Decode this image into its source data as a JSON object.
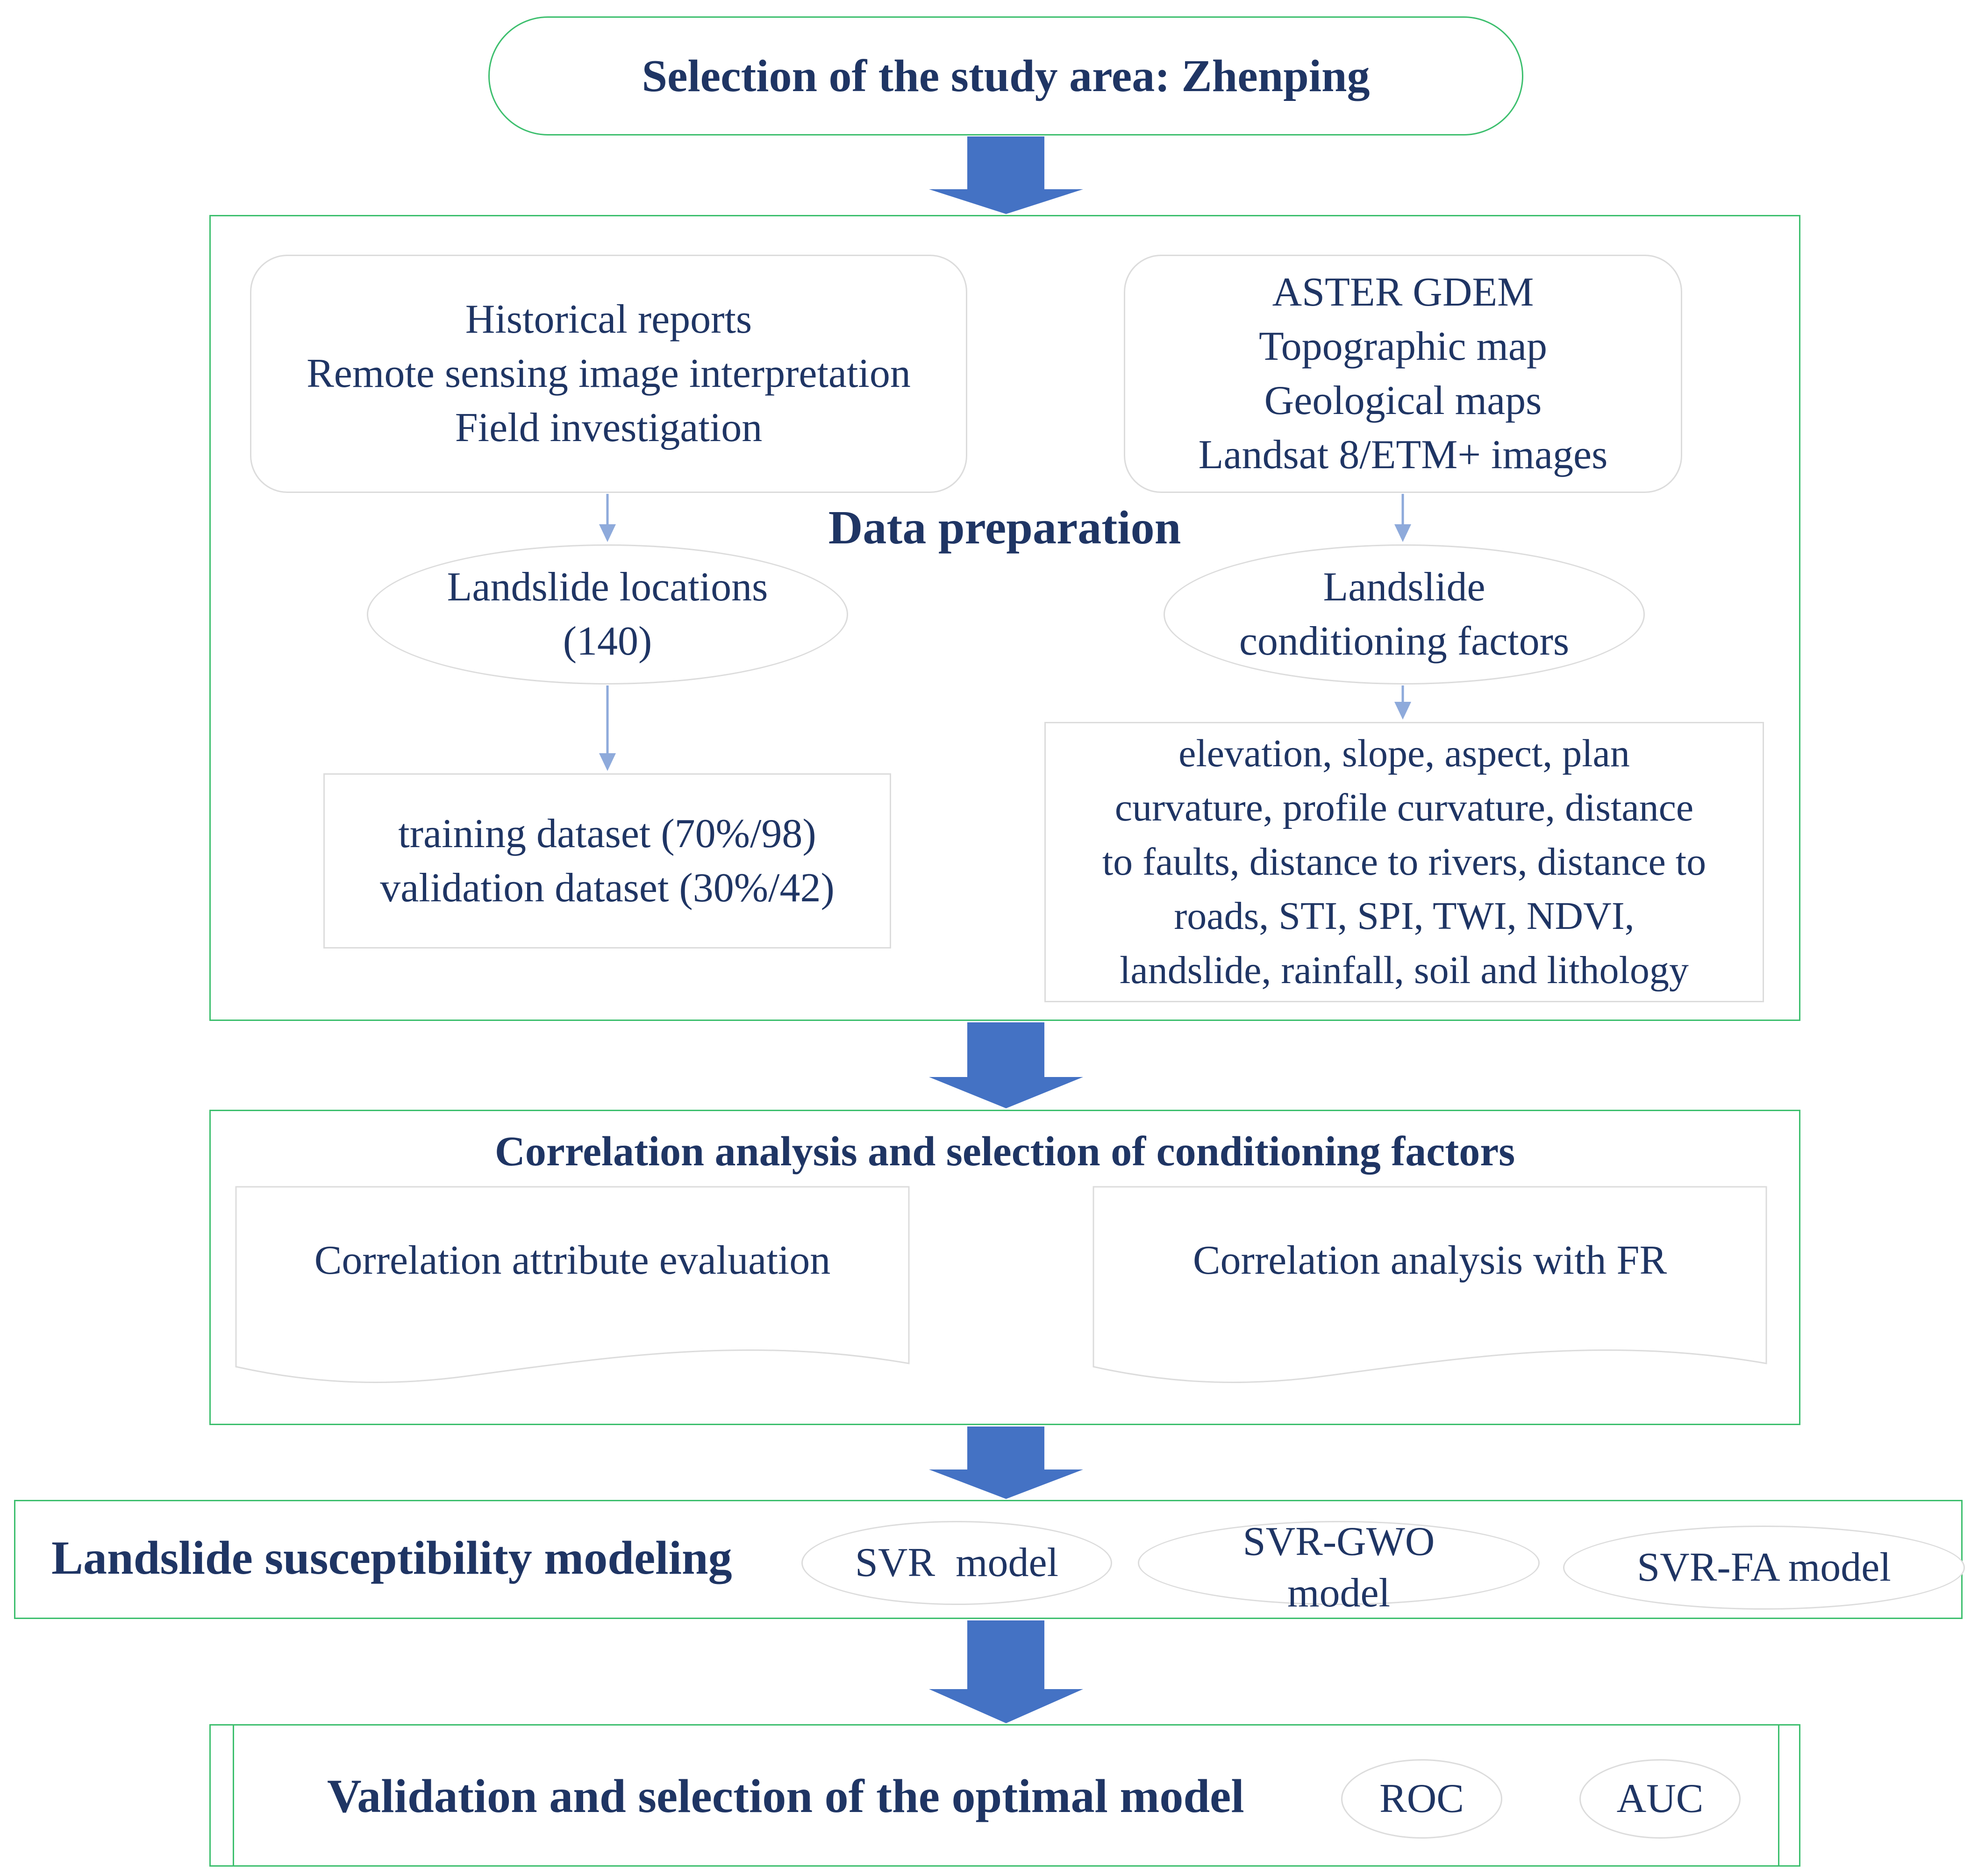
{
  "study_area": {
    "title": "Selection of the study area: Zhenping"
  },
  "data_preparation": {
    "heading": "Data preparation",
    "inventory_sources": [
      "Historical reports",
      "Remote sensing image interpretation",
      "Field investigation"
    ],
    "factor_sources": [
      "ASTER GDEM",
      "Topographic map",
      "Geological maps",
      "Landsat 8/ETM+ images"
    ],
    "landslide_locations": [
      "Landslide locations",
      "(140)"
    ],
    "conditioning_factors": [
      "Landslide",
      "conditioning factors"
    ],
    "datasets": [
      "training dataset (70%/98)",
      "validation dataset (30%/42)"
    ],
    "factor_list": [
      "elevation, slope, aspect, plan",
      "curvature, profile curvature, distance",
      "to faults, distance to rivers, distance to",
      "roads, STI, SPI, TWI, NDVI,",
      "landslide, rainfall, soil and lithology"
    ]
  },
  "correlation": {
    "heading": "Correlation analysis and selection of conditioning factors",
    "left_doc": "Correlation attribute evaluation",
    "right_doc": "Correlation analysis with FR"
  },
  "modeling": {
    "heading": "Landslide susceptibility modeling",
    "models": [
      "SVR  model",
      "SVR-GWO",
      "model",
      "SVR-FA model"
    ]
  },
  "validation": {
    "heading": "Validation and selection of the optimal model",
    "metrics": [
      "ROC",
      "AUC"
    ]
  },
  "colors": {
    "arrow": "#4472c4",
    "box_border": "#3dbf6e",
    "text": "#1f3564",
    "soft_border": "#dcdcdc"
  }
}
